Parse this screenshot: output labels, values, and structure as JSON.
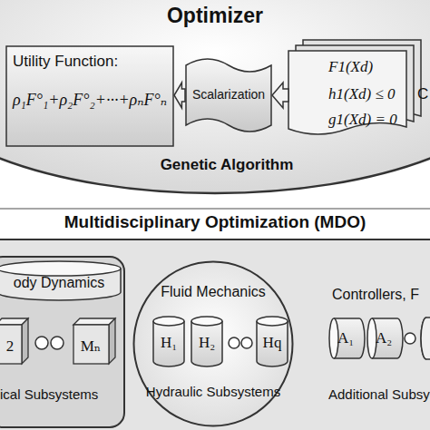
{
  "diagram": {
    "nodes": [
      {
        "text": [
          "Optimizer",
          "Genetic Algorithm"
        ]
      },
      {
        "text": [
          "Utility Function:",
          "ρ₁F°₁+ρ₂F°₂+···+ρₙF°ₙ"
        ],
        "in": 0
      },
      {
        "text": [
          "Scalarization"
        ],
        "in": 0
      },
      {
        "text": [
          "F1(Xd)",
          "h1(Xd) ≤ 0",
          "g1(Xd) = 0"
        ],
        "in": 0
      },
      {
        "text": [
          "Multidisciplinary Optimization (MDO)"
        ]
      },
      {
        "text": [
          "ical Subsystems"
        ],
        "in": 4
      },
      {
        "text": [
          "ody Dynamics"
        ],
        "in": 5
      },
      {
        "text": [
          "2"
        ],
        "in": 5
      },
      {
        "text": [
          "Mₙ"
        ],
        "in": 5
      },
      {
        "text": [
          "Fluid Mechanics",
          "Hydraulic Subsystems"
        ],
        "in": 4
      },
      {
        "text": [
          "H₁"
        ],
        "in": 9
      },
      {
        "text": [
          "H₂"
        ],
        "in": 9
      },
      {
        "text": [
          "Hq"
        ],
        "in": 9
      },
      {
        "text": [
          "A₁"
        ],
        "in": 4
      },
      {
        "text": [
          "A₂"
        ],
        "in": 4
      }
    ],
    "edges": [
      {
        "from": 3,
        "to": 2,
        "arrow": "to"
      },
      {
        "from": 2,
        "to": 1,
        "arrow": "to"
      }
    ],
    "labels": [
      "C",
      "Controllers, F",
      "Additional Subsy"
    ]
  }
}
